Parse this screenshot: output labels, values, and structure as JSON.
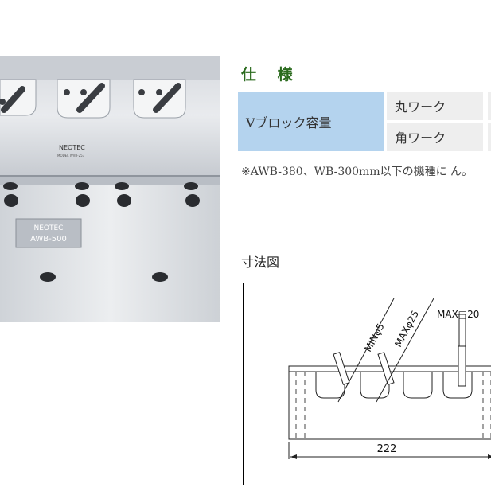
{
  "photo": {
    "nameplate_small": "NEOTEC",
    "nameplate_small_sub": "MODEL WVB-253",
    "nameplate_large_line1": "NEOTEC",
    "nameplate_large_line2": "AWB-500"
  },
  "spec": {
    "title": "仕 様",
    "category": "Vブロック容量",
    "rows": [
      {
        "label": "丸ワーク"
      },
      {
        "label": "角ワーク"
      }
    ],
    "note": "※AWB-380、WB-300mm以下の機種に ん。"
  },
  "dimension": {
    "title": "寸法図",
    "labels": {
      "max_square": "MAX□20",
      "max_phi": "MAXφ25",
      "min_phi": "MINφ5",
      "width": "222"
    }
  },
  "colors": {
    "heading_green": "#2b6b1e",
    "category_blue": "#b4d3ee",
    "cell_gray": "#eeeeee"
  }
}
